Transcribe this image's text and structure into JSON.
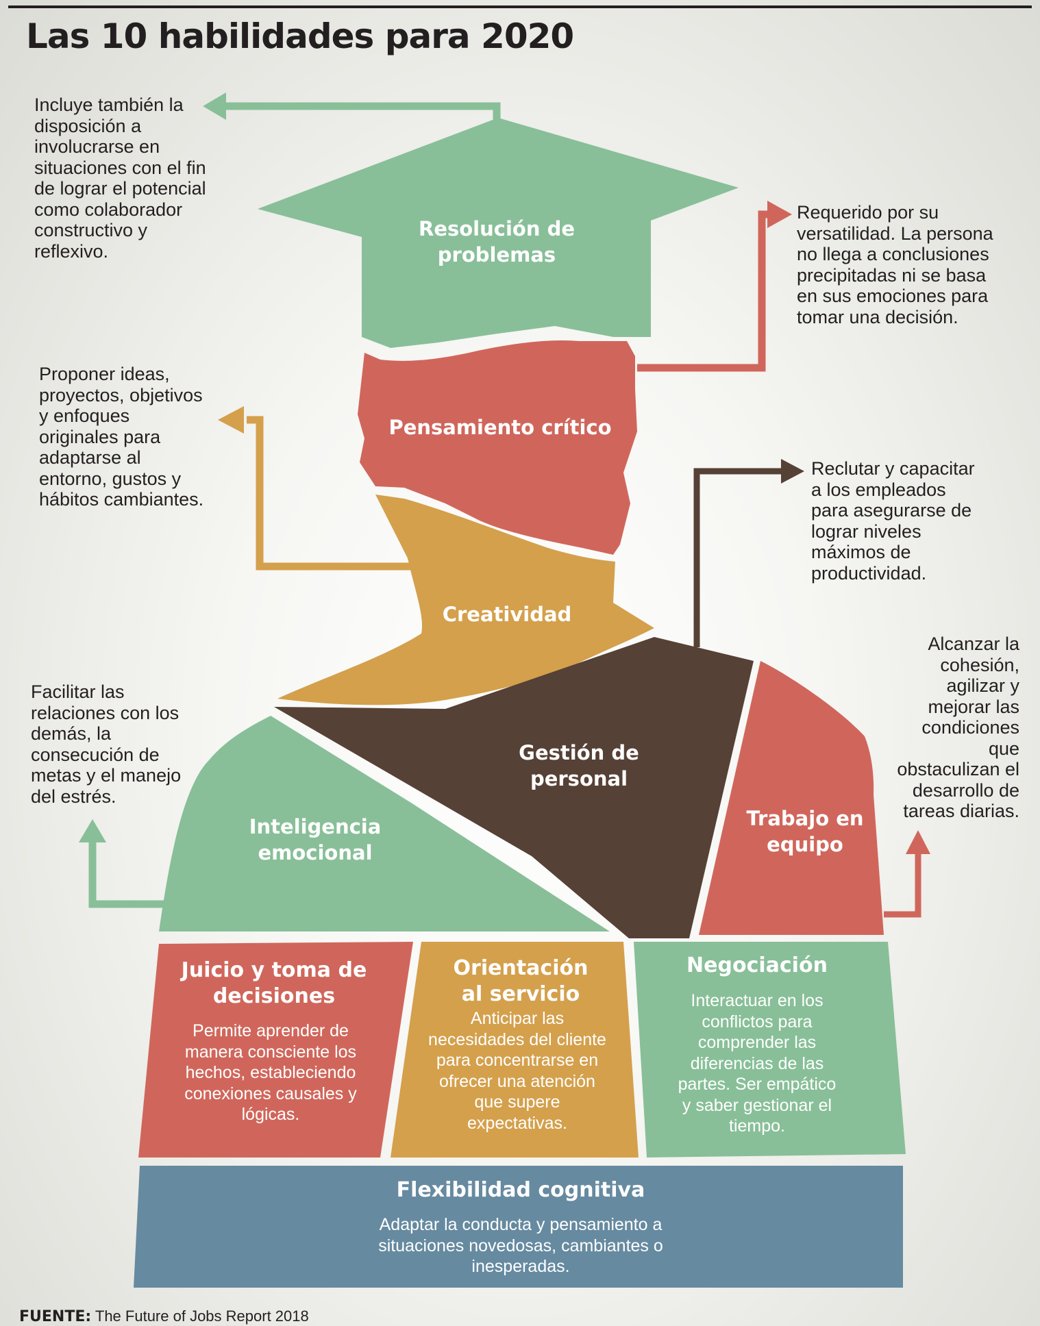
{
  "title": "Las 10 habilidades para 2020",
  "colors": {
    "green": "#88bf98",
    "red": "#d0665b",
    "orange": "#d4a04c",
    "brown": "#564136",
    "blue": "#668aa0"
  },
  "skills": {
    "resolucion": {
      "label": "Resolución de\nproblemas",
      "note": "Incluye también la\ndisposición a\ninvolucrarse en\nsituaciones con el fin\nde lograr el potencial\ncomo colaborador\nconstructivo y\nreflexivo."
    },
    "pensamiento": {
      "label": "Pensamiento crítico",
      "note": "Requerido por su\nversatilidad. La persona\nno llega a conclusiones\nprecipitadas ni se basa\nen sus emociones para\ntomar una decisión."
    },
    "creatividad": {
      "label": "Creatividad",
      "note": "Proponer ideas,\nproyectos, objetivos\ny enfoques\noriginales para\nadaptarse al\nentorno, gustos y\nhábitos cambiantes."
    },
    "gestion": {
      "label": "Gestión de\npersonal",
      "note": "Reclutar y capacitar\na los empleados\npara asegurarse de\nlograr niveles\nmáximos de\nproductividad."
    },
    "inteligencia": {
      "label": "Inteligencia\nemocional",
      "note": "Facilitar las\nrelaciones con los\ndemás, la\nconsecución de\nmetas y el manejo\ndel estrés."
    },
    "trabajo": {
      "label": "Trabajo en\nequipo",
      "note": "Alcanzar la\ncohesión,\nagilizar y\nmejorar las\ncondiciones\nque\nobstaculizan el\ndesarrollo de\ntareas diarias."
    },
    "juicio": {
      "label": "Juicio y toma de\ndecisiones",
      "description": "Permite aprender de\nmanera consciente los\nhechos, estableciendo\nconexiones causales y\nlógicas."
    },
    "orientacion": {
      "label": "Orientación\nal servicio",
      "description": "Anticipar las\nnecesidades del cliente\npara concentrarse en\nofrecer una atención\nque supere\nexpectativas."
    },
    "negociacion": {
      "label": "Negociación",
      "description": "Interactuar en los\nconflictos para\ncomprender las\ndiferencias de las\npartes. Ser empático\ny saber gestionar el\ntiempo."
    },
    "flexibilidad": {
      "label": "Flexibilidad cognitiva",
      "description": "Adaptar la conducta y pensamiento a\nsituaciones novedosas, cambiantes o\ninesperadas."
    }
  },
  "source": {
    "prefix": "FUENTE:",
    "text": " The Future of Jobs Report 2018"
  }
}
